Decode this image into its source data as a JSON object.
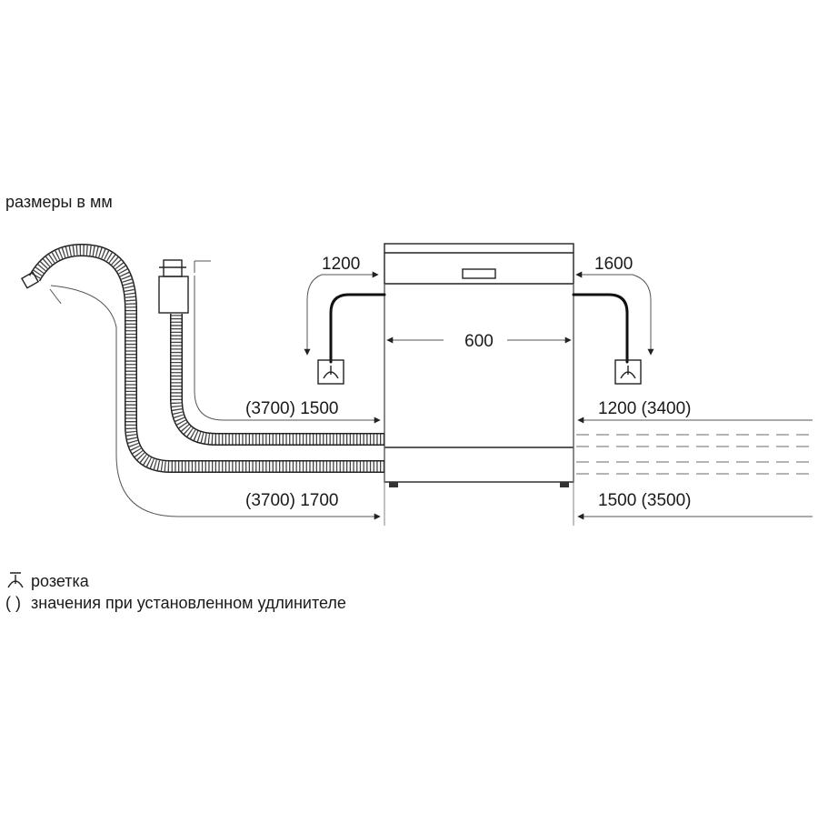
{
  "units_note": "размеры в мм",
  "dimensions": {
    "width": "600",
    "left_inlet_height": "1200",
    "right_outlet_height": "1600",
    "left_upper_hose": "(3700) 1500",
    "left_lower_hose": "(3700) 1700",
    "right_upper": "1200 (3400)",
    "right_lower": "1500 (3500)"
  },
  "legend": {
    "socket_symbol": "⊥",
    "socket_label": "розетка",
    "paren_symbol": "( )",
    "paren_label": "значения при установленном удлинителе"
  }
}
